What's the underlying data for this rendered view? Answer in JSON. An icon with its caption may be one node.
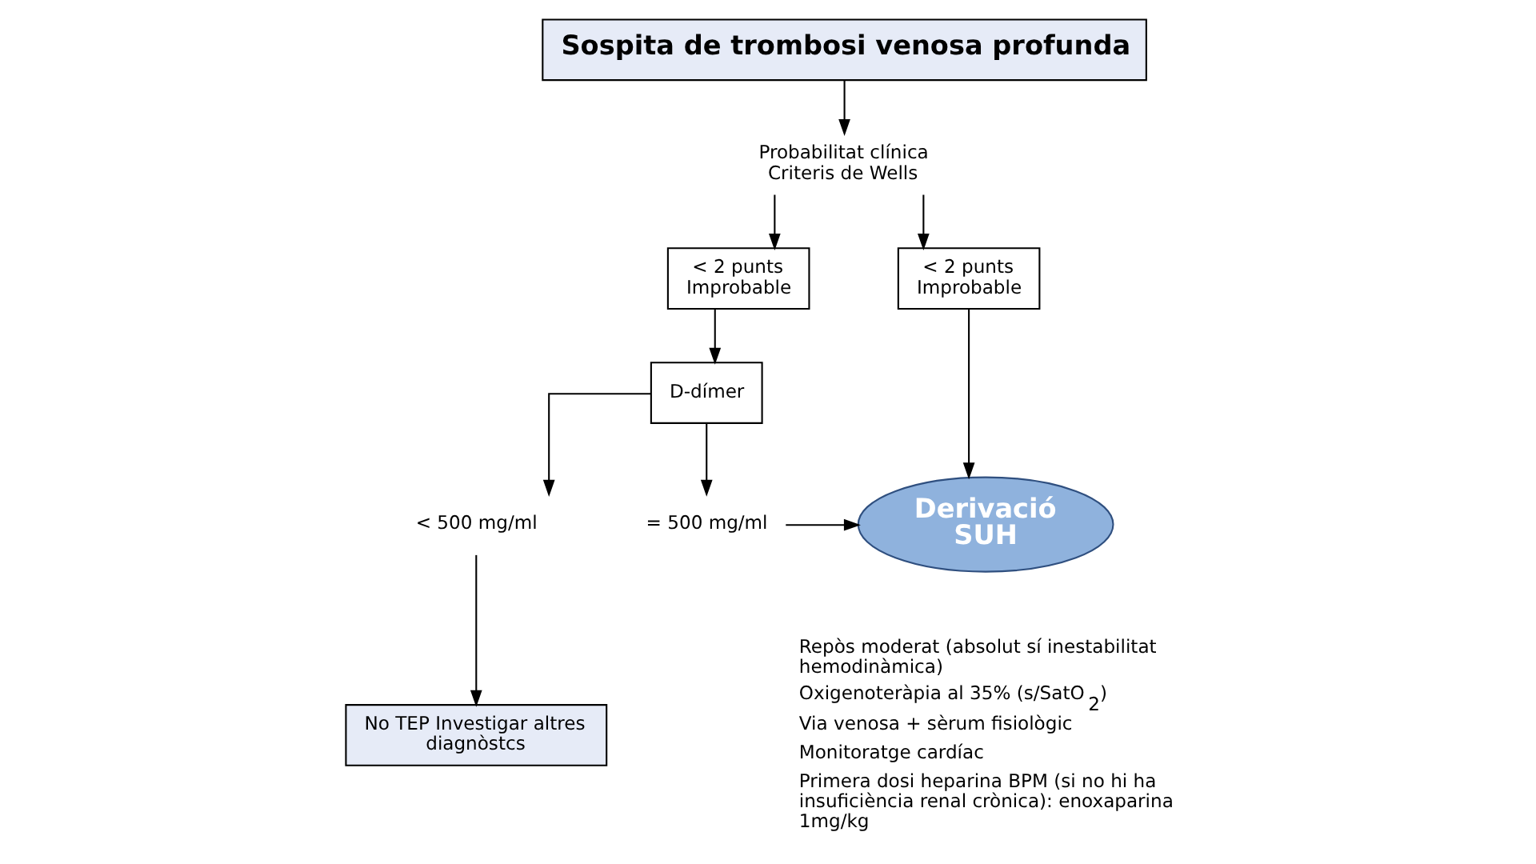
{
  "diagram": {
    "nodes": [
      {
        "text": [
          "Sospita de trombosi venosa profunda"
        ]
      },
      {
        "text": [
          "Probabilitat clínica Criteris de Wells"
        ]
      },
      {
        "text": [
          "< 2 punts Improbable"
        ]
      },
      {
        "text": [
          "< 2 punts Improbable"
        ]
      },
      {
        "text": [
          "D-dímer"
        ]
      },
      {
        "text": [
          "< 500 mg/ml"
        ]
      },
      {
        "text": [
          "= 500 mg/ml"
        ]
      },
      {
        "text": [
          "Derivació SUH"
        ]
      },
      {
        "text": [
          "No TEP Investigar altres diagnòstcs"
        ]
      }
    ],
    "edges": [
      {
        "from": 0,
        "to": 1,
        "arrow": "to"
      },
      {
        "from": 1,
        "to": 2,
        "arrow": "to"
      },
      {
        "from": 1,
        "to": 3,
        "arrow": "to"
      },
      {
        "from": 2,
        "to": 4,
        "arrow": "to"
      },
      {
        "from": 4,
        "to": 5,
        "arrow": "to"
      },
      {
        "from": 4,
        "to": 6,
        "arrow": "to"
      },
      {
        "from": 3,
        "to": 7,
        "arrow": "to"
      },
      {
        "from": 6,
        "to": 7,
        "arrow": "to"
      },
      {
        "from": 5,
        "to": 8,
        "arrow": "to"
      }
    ],
    "labels": [
      "Repòs moderat (absolut sí inestabilitat hemodinàmica)",
      "Oxigenoteràpia al 35% (s/SatO$_{2}$)",
      "Via venosa + sèrum fisiològic",
      "Monitoratge cardíac",
      "Primera dosi heparina BPM (si no hi ha insuficiència renal crònica): enoxaparina 1mg/kg"
    ]
  }
}
